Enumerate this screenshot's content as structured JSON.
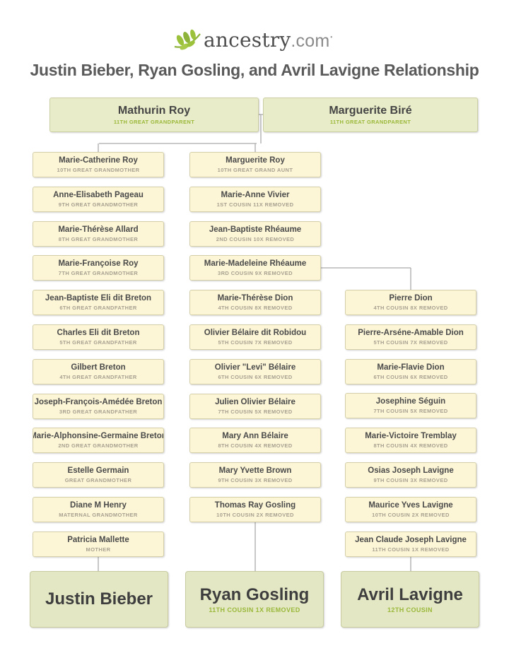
{
  "logo": {
    "brand": "ancestry",
    "suffix": ".com"
  },
  "title": "Justin Bieber, Ryan Gosling, and Avril Lavigne Relationship",
  "colors": {
    "node_fill": "#fcf6d6",
    "accent_green": "#9ab83a",
    "line": "#aaaaaa"
  },
  "ancestors": [
    {
      "name": "Mathurin Roy",
      "relation": "11TH GREAT GRANDPARENT"
    },
    {
      "name": "Marguerite Biré",
      "relation": "11TH GREAT GRANDPARENT"
    }
  ],
  "lines": [
    {
      "people": [
        {
          "name": "Marie-Catherine Roy",
          "relation": "10TH GREAT GRANDMOTHER"
        },
        {
          "name": "Anne-Elisabeth Pageau",
          "relation": "9TH GREAT GRANDMOTHER"
        },
        {
          "name": "Marie-Thérèse Allard",
          "relation": "8TH GREAT GRANDMOTHER"
        },
        {
          "name": "Marie-Françoise Roy",
          "relation": "7TH GREAT GRANDMOTHER"
        },
        {
          "name": "Jean-Baptiste Eli dit Breton",
          "relation": "6TH GREAT GRANDFATHER"
        },
        {
          "name": "Charles Eli dit Breton",
          "relation": "5TH GREAT GRANDFATHER"
        },
        {
          "name": "Gilbert Breton",
          "relation": "4TH GREAT GRANDFATHER"
        },
        {
          "name": "Joseph-François-Amédée Breton",
          "relation": "3RD GREAT GRANDFATHER"
        },
        {
          "name": "Marie-Alphonsine-Germaine Breton",
          "relation": "2ND GREAT GRANDMOTHER"
        },
        {
          "name": "Estelle Germain",
          "relation": "GREAT GRANDMOTHER"
        },
        {
          "name": "Diane M Henry",
          "relation": "MATERNAL GRANDMOTHER"
        },
        {
          "name": "Patricia Mallette",
          "relation": "MOTHER"
        }
      ],
      "final": {
        "name": "Justin Bieber",
        "relation": ""
      }
    },
    {
      "people": [
        {
          "name": "Marguerite Roy",
          "relation": "10TH GREAT GRAND AUNT"
        },
        {
          "name": "Marie-Anne Vivier",
          "relation": "1ST COUSIN 11X REMOVED"
        },
        {
          "name": "Jean-Baptiste Rhéaume",
          "relation": "2ND COUSIN 10X REMOVED"
        },
        {
          "name": "Marie-Madeleine Rhéaume",
          "relation": "3RD COUSIN 9X REMOVED"
        },
        {
          "name": "Marie-Thérèse Dion",
          "relation": "4TH COUSIN 8X REMOVED"
        },
        {
          "name": "Olivier Bélaire dit Robidou",
          "relation": "5TH COUSIN 7X REMOVED"
        },
        {
          "name": "Olivier \"Levi\" Bélaire",
          "relation": "6TH COUSIN 6X REMOVED"
        },
        {
          "name": "Julien Olivier Bélaire",
          "relation": "7TH COUSIN 5X REMOVED"
        },
        {
          "name": "Mary Ann Bélaire",
          "relation": "8TH COUSIN 4X REMOVED"
        },
        {
          "name": "Mary Yvette Brown",
          "relation": "9TH COUSIN 3X REMOVED"
        },
        {
          "name": "Thomas Ray Gosling",
          "relation": "10TH COUSIN 2X REMOVED"
        }
      ],
      "final": {
        "name": "Ryan Gosling",
        "relation": "11TH COUSIN 1X REMOVED"
      }
    },
    {
      "people": [
        {
          "name": "Pierre Dion",
          "relation": "4TH COUSIN 8X REMOVED"
        },
        {
          "name": "Pierre-Arséne-Amable Dion",
          "relation": "5TH COUSIN 7X REMOVED"
        },
        {
          "name": "Marie-Flavie Dion",
          "relation": "6TH COUSIN 6X REMOVED"
        },
        {
          "name": "Josephine Séguin",
          "relation": "7TH COUSIN 5X REMOVED"
        },
        {
          "name": "Marie-Victoire Tremblay",
          "relation": "8TH COUSIN 4X REMOVED"
        },
        {
          "name": "Osias Joseph Lavigne",
          "relation": "9TH COUSIN 3X REMOVED"
        },
        {
          "name": "Maurice Yves Lavigne",
          "relation": "10TH COUSIN 2X REMOVED"
        },
        {
          "name": "Jean Claude Joseph Lavigne",
          "relation": "11TH COUSIN 1X REMOVED"
        }
      ],
      "final": {
        "name": "Avril Lavigne",
        "relation": "12TH COUSIN"
      }
    }
  ]
}
